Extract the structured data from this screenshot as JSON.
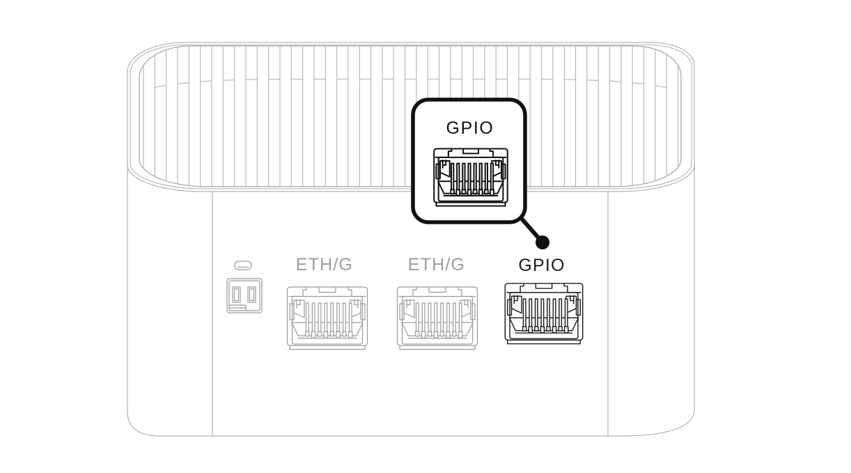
{
  "colors": {
    "background": "#ffffff",
    "outline": "#b2b2b2",
    "grille_inner": "#a4a4a4",
    "port": "#9a9a9a",
    "label": "#9d9d9d",
    "highlight": "#1e1e1e",
    "callout": "#111111"
  },
  "panel": {
    "ports": [
      {
        "id": "power",
        "label": ""
      },
      {
        "id": "eth1",
        "label": "ETH/G"
      },
      {
        "id": "eth2",
        "label": "ETH/G"
      },
      {
        "id": "gpio",
        "label": "GPIO"
      }
    ]
  },
  "callout": {
    "label": "GPIO"
  }
}
